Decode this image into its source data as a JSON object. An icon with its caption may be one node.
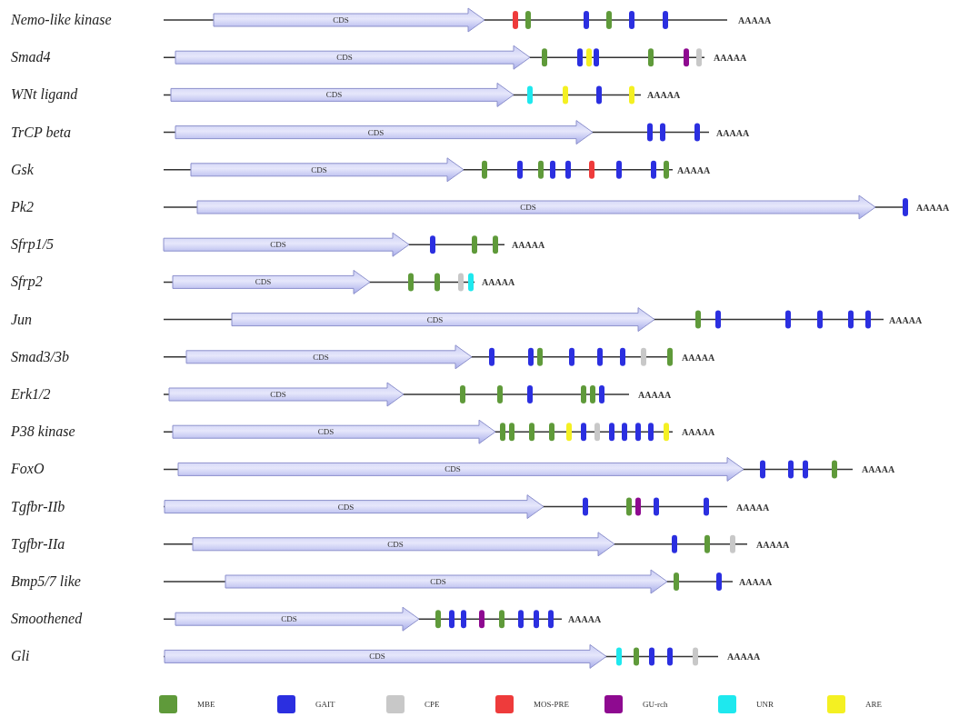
{
  "diagram": {
    "labels": [
      "Nemo-like kinase",
      "CDS",
      "AAAAA",
      "Smad4",
      "CDS",
      "AAAAA",
      "WNt ligand",
      "CDS",
      "AAAAA",
      "TrCP beta",
      "CDS",
      "AAAAA",
      "Gsk",
      "CDS",
      "AAAAA",
      "Pk2",
      "CDS",
      "AAAAA",
      "Sfrp1/5",
      "CDS",
      "AAAAA",
      "Sfrp2",
      "CDS",
      "AAAAA",
      "Jun",
      "CDS",
      "AAAAA",
      "Smad3/3b",
      "CDS",
      "AAAAA",
      "Erk1/2",
      "CDS",
      "AAAAA",
      "P38 kinase",
      "CDS",
      "AAAAA",
      "FoxO",
      "CDS",
      "AAAAA",
      "Tgfbr-IIb",
      "CDS",
      "AAAAA",
      "Tgfbr-IIa",
      "CDS",
      "AAAAA",
      "Bmp5/7 like",
      "CDS",
      "AAAAA",
      "Smoothened",
      "CDS",
      "AAAAA",
      "Gli",
      "CDS",
      "AAAAA"
    ],
    "legend": [
      {
        "text": "MBE",
        "color": "#5f9a3a"
      },
      {
        "text": "GAIT",
        "color": "#2b2fe0"
      },
      {
        "text": "CPE",
        "color": "#c8c8c8"
      },
      {
        "text": "MOS-PRE",
        "color": "#ee3b3b"
      },
      {
        "text": "GU-rch",
        "color": "#8e0a90"
      },
      {
        "text": "UNR",
        "color": "#1ee8ee"
      },
      {
        "text": "ARE",
        "color": "#f4f022"
      }
    ]
  }
}
